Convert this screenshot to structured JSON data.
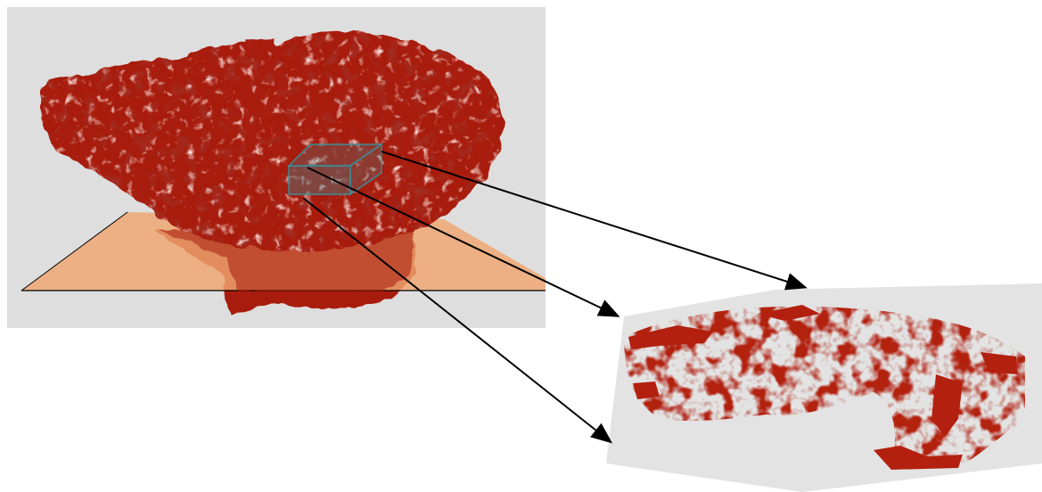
{
  "figure": {
    "left_panel": {
      "background": "#dedede",
      "object": "porous-solid-volume",
      "object_color": "#a81e10"
    },
    "cutting_plane": {
      "color": "#f0a672"
    },
    "sub_volume_cube": {
      "color": "#3a8e9a"
    },
    "zoom_panel": {
      "background": "#e3e3e3",
      "object": "extracted-subvolume",
      "object_color": "#b3200f"
    },
    "arrows": {
      "count": 3,
      "color": "#000000"
    }
  }
}
